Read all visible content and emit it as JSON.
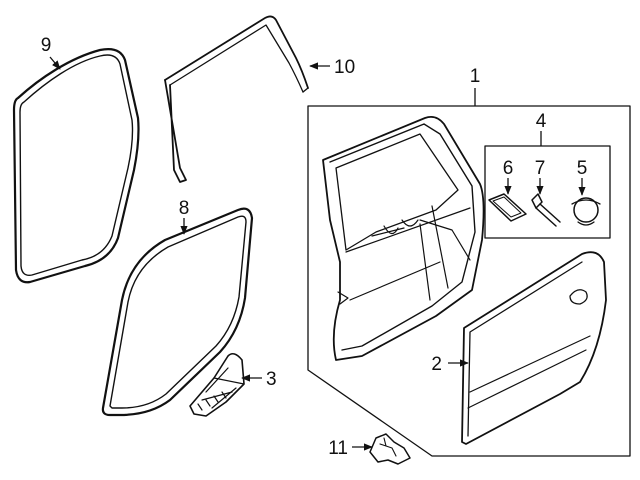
{
  "diagram": {
    "colors": {
      "ink": "#111111",
      "background": "#ffffff"
    },
    "callouts": {
      "c1": "1",
      "c2": "2",
      "c3": "3",
      "c4": "4",
      "c5": "5",
      "c6": "6",
      "c7": "7",
      "c8": "8",
      "c9": "9",
      "c10": "10",
      "c11": "11"
    }
  }
}
